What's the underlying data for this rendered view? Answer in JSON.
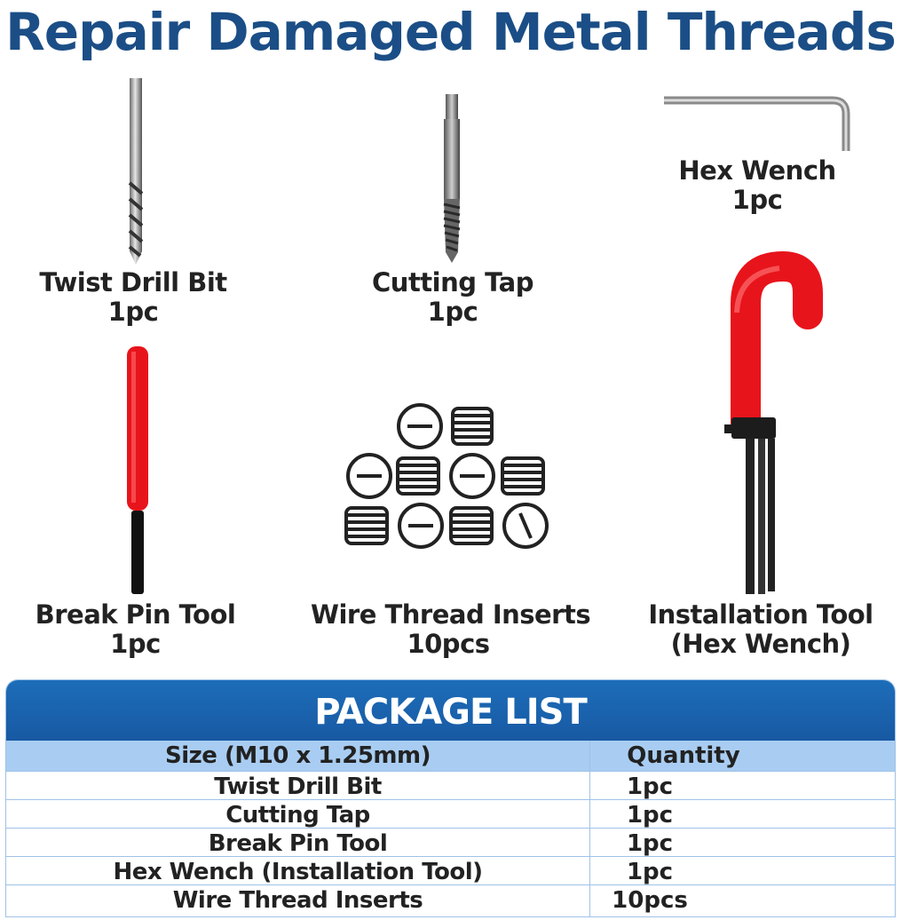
{
  "title": "Repair Damaged Metal Threads",
  "items": [
    {
      "name": "Twist Drill Bit",
      "qty": "1pc"
    },
    {
      "name": "Cutting Tap",
      "qty": "1pc"
    },
    {
      "name": "Hex Wench",
      "qty": "1pc"
    },
    {
      "name": "Break Pin Tool",
      "qty": "1pc"
    },
    {
      "name": "Wire Thread Inserts",
      "qty": "10pcs"
    },
    {
      "name": "Installation Tool",
      "qty": "(Hex Wench)"
    }
  ],
  "package": {
    "title": "PACKAGE LIST",
    "col_size": "Size (M10 x 1.25mm)",
    "col_qty": "Quantity",
    "rows": [
      {
        "name": "Twist Drill Bit",
        "qty": "1pc"
      },
      {
        "name": "Cutting Tap",
        "qty": "1pc"
      },
      {
        "name": "Break Pin Tool",
        "qty": "1pc"
      },
      {
        "name": "Hex Wench (Installation Tool)",
        "qty": "1pc"
      },
      {
        "name": "Wire Thread Inserts",
        "qty": "10pcs"
      }
    ]
  },
  "colors": {
    "title": "#1b4e86",
    "header": "#1859a3",
    "subheader": "#a9cdf2",
    "handle": "#e8141b"
  }
}
